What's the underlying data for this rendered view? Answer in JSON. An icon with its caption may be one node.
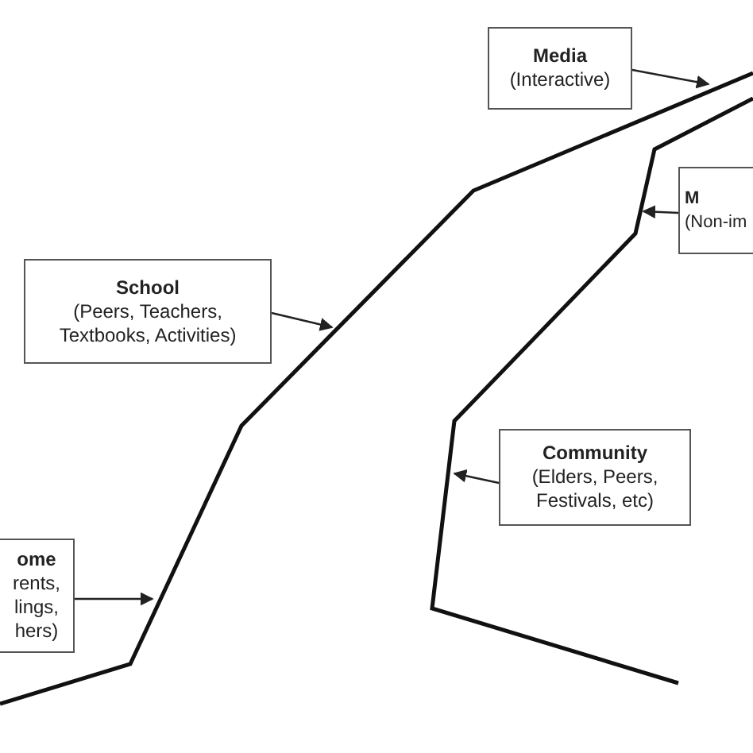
{
  "diagram": {
    "nodes": [
      {
        "text": [
          "Media",
          "(Interactive)"
        ]
      },
      {
        "text": [
          "M",
          "(Non-im"
        ]
      },
      {
        "text": [
          "School",
          "(Peers, Teachers, Textbooks, Activities)"
        ]
      },
      {
        "text": [
          "Community",
          "(Elders, Peers, Festivals, etc)"
        ]
      },
      {
        "text": [
          "ome",
          "rents, lings, hers)"
        ]
      }
    ],
    "edges": [
      {
        "from": 0,
        "to": null,
        "arrow": "to"
      },
      {
        "from": 1,
        "to": null,
        "arrow": "to"
      },
      {
        "from": 2,
        "to": null,
        "arrow": "to"
      },
      {
        "from": 3,
        "to": null,
        "arrow": "to"
      },
      {
        "from": 4,
        "to": null,
        "arrow": "to"
      }
    ]
  }
}
